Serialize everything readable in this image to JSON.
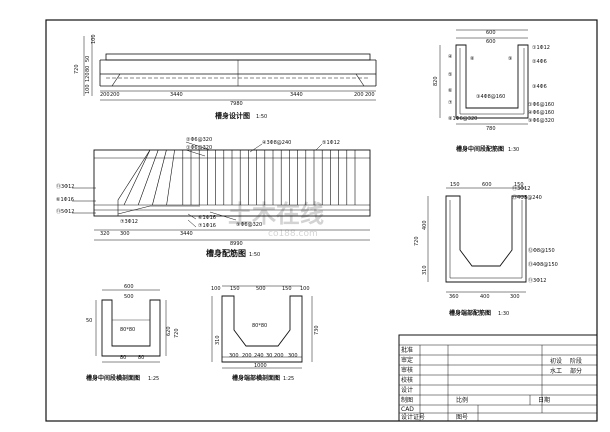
{
  "views": {
    "trough_design": {
      "title": "槽身设计图",
      "scale": "1:50",
      "dims_vertical": [
        "100",
        "720",
        "50",
        "80",
        "120",
        "100"
      ],
      "dims_bottom": [
        "200",
        "200",
        "3440",
        "3440",
        "200",
        "200"
      ],
      "total": "7980"
    },
    "trough_rebar": {
      "title": "槽身配筋图",
      "scale": "1:50",
      "labels": [
        "②Φ6@320",
        "①Φ6@320",
        "④3Φ8@240",
        "⑤1Φ12",
        "⑪3Φ12",
        "⑥1Φ16",
        "⑪5Φ12",
        "⑥1Φ16",
        "⑦1Φ16",
        "⑦3Φ12",
        "⑨Φ6@320"
      ],
      "dims": [
        "320",
        "300",
        "3440",
        "8990"
      ]
    },
    "mid_section_rebar": {
      "title": "槽身中间段配筋图",
      "scale": "1:30",
      "dims": [
        "600",
        "600",
        "820",
        "780"
      ],
      "labels": [
        "①1Φ12",
        "②4Φ6",
        "③4Φ6",
        "④",
        "⑤",
        "⑥",
        "⑦",
        "⑧",
        "⑨",
        "③4Φ8@160",
        "①Φ6@160",
        "④Φ6@160",
        "⑧1Φ6@320",
        "⑨Φ6@320"
      ]
    },
    "end_section_rebar": {
      "title": "槽身端部配筋图",
      "scale": "1:30",
      "dims_top": [
        "150",
        "600",
        "150"
      ],
      "dims_left": [
        "400",
        "310",
        "720"
      ],
      "dims_bottom": [
        "360",
        "400",
        "300"
      ],
      "labels": [
        "⑪3Φ12",
        "⑬4Φ8@240",
        "⑫Φ8@150",
        "⑬4Φ8@150",
        "⑪3Φ12"
      ]
    },
    "mid_cross_section": {
      "title": "槽身中间段横剖面图",
      "scale": "1:25",
      "dims": [
        "600",
        "500",
        "50",
        "620",
        "720",
        "80",
        "80"
      ],
      "inner": "80*80"
    },
    "end_cross_section": {
      "title": "槽身端部横剖面图",
      "scale": "1:25",
      "dims_top": [
        "100",
        "150",
        "500",
        "150",
        "100"
      ],
      "dims_bottom": [
        "300",
        "200",
        "240",
        "30",
        "200",
        "300"
      ],
      "total": "1000",
      "dims_side": [
        "310",
        "730"
      ],
      "inner": "80*80"
    }
  },
  "title_block": {
    "rows_left": [
      "批准",
      "审定",
      "审核",
      "校核",
      "设计",
      "制图",
      "CAD",
      "设计证号"
    ],
    "right_top_1": [
      "初设",
      "阶段"
    ],
    "right_top_2": [
      "水工",
      "部分"
    ],
    "bottom_row": [
      "比例",
      "日期"
    ],
    "last_row": [
      "图号"
    ]
  },
  "watermark": "土木在线",
  "watermark_url": "co188.com"
}
